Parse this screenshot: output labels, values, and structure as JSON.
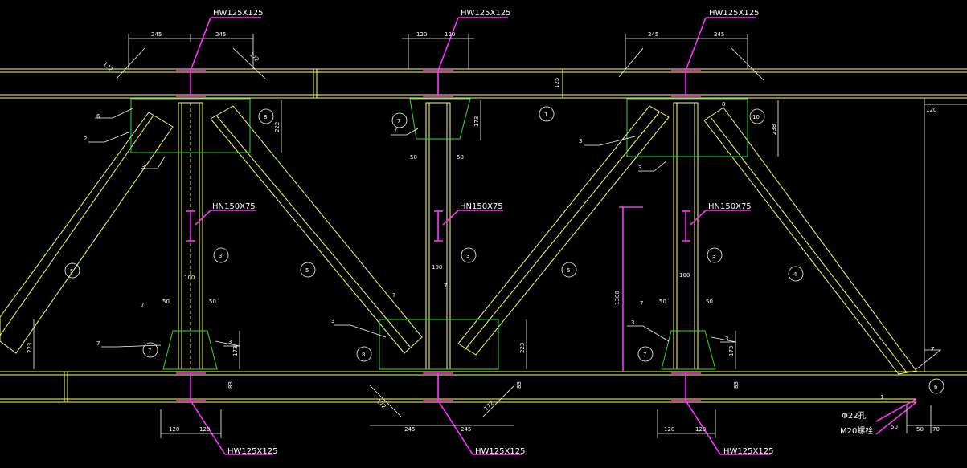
{
  "drawing": {
    "section_top": "HW125X125",
    "section_bottom": "HW125X125",
    "section_vertical": "HN150X75",
    "hole_label": "Φ22孔",
    "bolt_label": "M20螺栓"
  },
  "dims": {
    "d245": "245",
    "d120": "120",
    "d172": "172",
    "d173": "173",
    "d223": "223",
    "d238": "238",
    "d222": "222",
    "d125": "125",
    "d100": "100",
    "d50": "50",
    "d70": "70",
    "d83": "83",
    "d8": "8",
    "d1300": "1300",
    "d3": "3",
    "d7": "7",
    "d6": "6",
    "d2": "2",
    "d1": "1"
  },
  "part_marks": {
    "m1": "1",
    "m3": "3",
    "m4": "4",
    "m5": "5",
    "m6": "6",
    "m7": "7",
    "m8": "8",
    "m10": "10"
  },
  "colors": {
    "member": "#ffff66",
    "plate": "#33dd33",
    "section": "#ff33ff",
    "dim": "#ffffff",
    "background": "#000000"
  }
}
